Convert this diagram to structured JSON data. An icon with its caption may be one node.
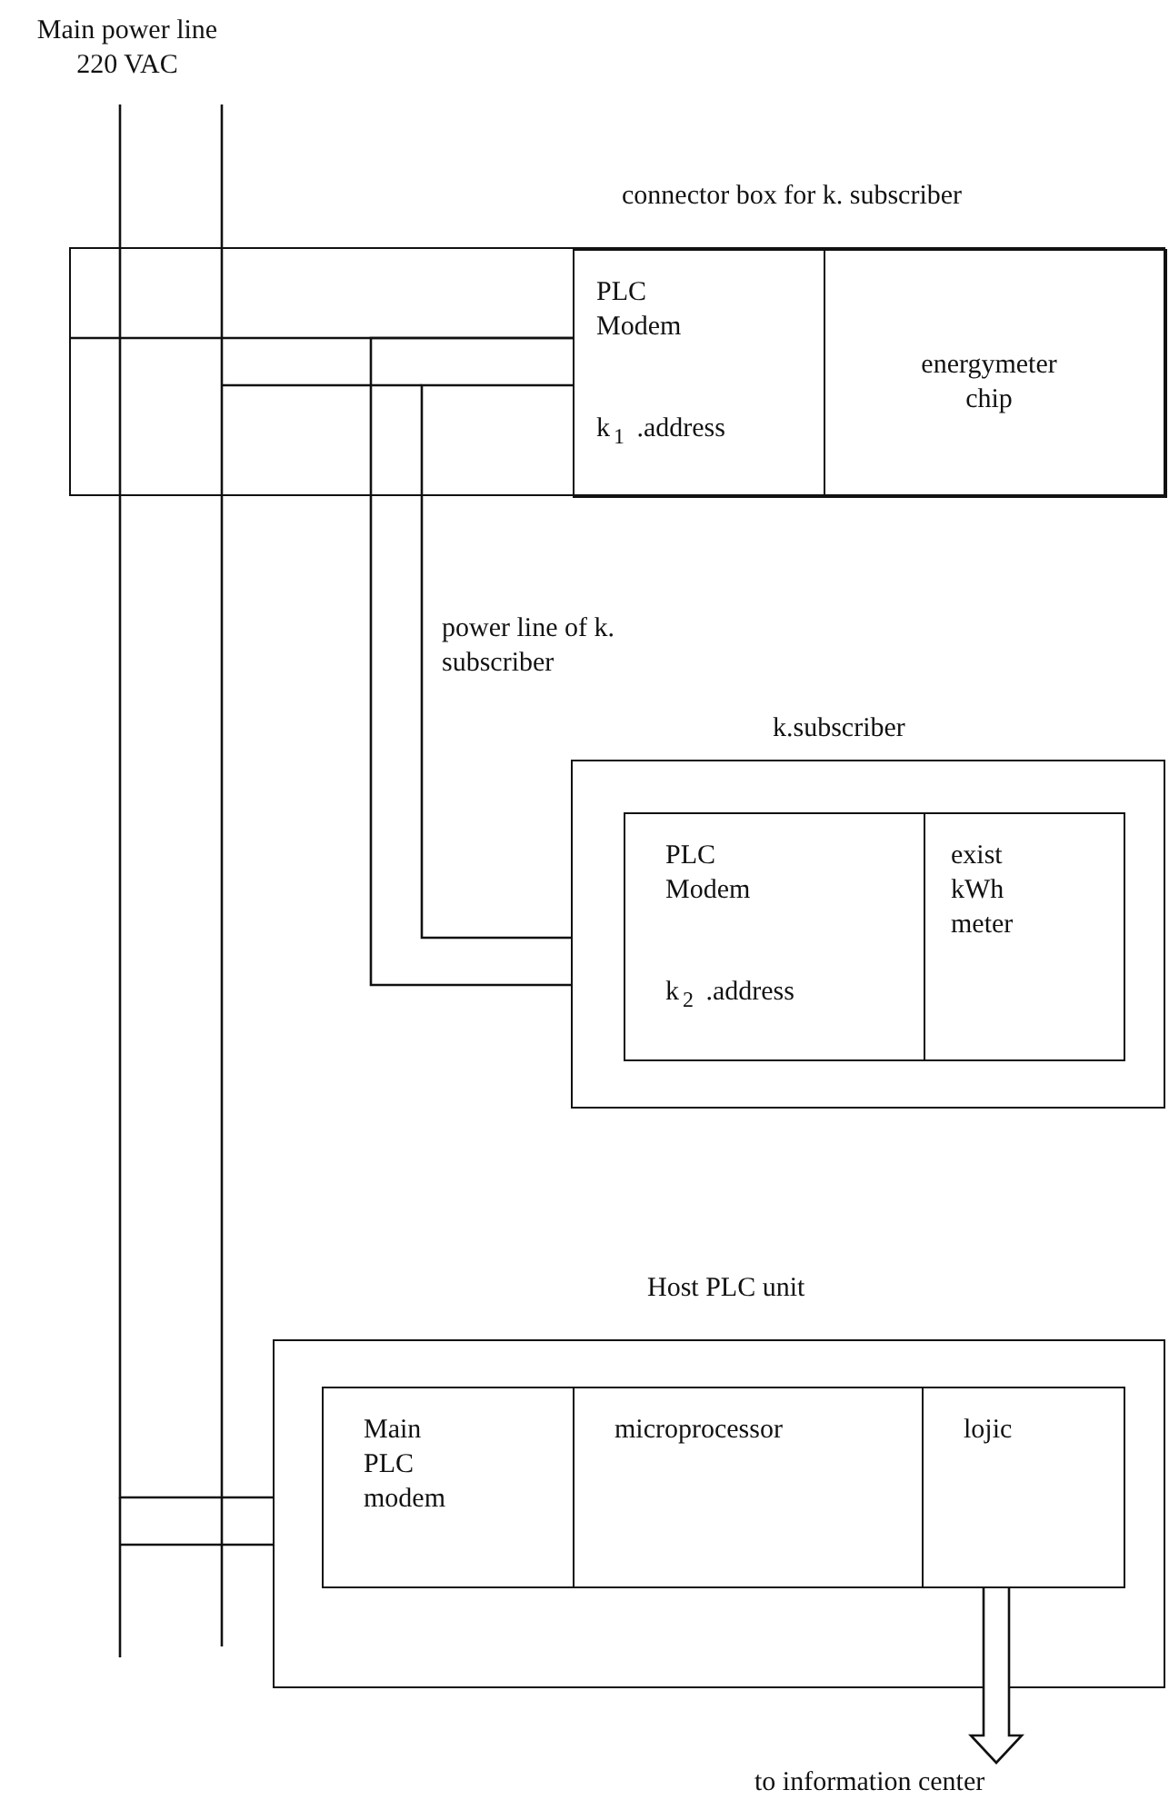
{
  "diagram": {
    "nodes": [
      {
        "text": [
          "Main power line 220 VAC"
        ]
      },
      {
        "text": [
          "connector box for k. subscriber"
        ]
      },
      {
        "text": [
          "PLC Modem",
          "k$_{1}$ .address"
        ],
        "in": 1
      },
      {
        "text": [
          "energymeter chip"
        ],
        "in": 1
      },
      {
        "text": [
          "k.subscriber"
        ]
      },
      {
        "text": [
          "PLC Modem",
          "k$_{2}$ .address"
        ],
        "in": 4
      },
      {
        "text": [
          "exist kWh meter"
        ],
        "in": 4
      },
      {
        "text": [
          "Host PLC unit"
        ]
      },
      {
        "text": [
          "Main PLC modem"
        ],
        "in": 7
      },
      {
        "text": [
          "microprocessor"
        ],
        "in": 7
      },
      {
        "text": [
          "lojic"
        ],
        "in": 7
      },
      {
        "text": [
          "to information center"
        ]
      }
    ],
    "edges": [
      {
        "from": 0,
        "to": 7,
        "arrow": "none"
      },
      {
        "from": 0,
        "to": 7,
        "arrow": "none"
      },
      {
        "from": 2,
        "to": 4,
        "arrow": "none"
      },
      {
        "from": 2,
        "to": 4,
        "arrow": "none"
      },
      {
        "from": 10,
        "to": 11,
        "arrow": "to",
        "style": "thick"
      },
      {
        "from": 1,
        "to": 2,
        "arrow": "none"
      }
    ],
    "labels": [
      "power line of k. subscriber"
    ]
  }
}
